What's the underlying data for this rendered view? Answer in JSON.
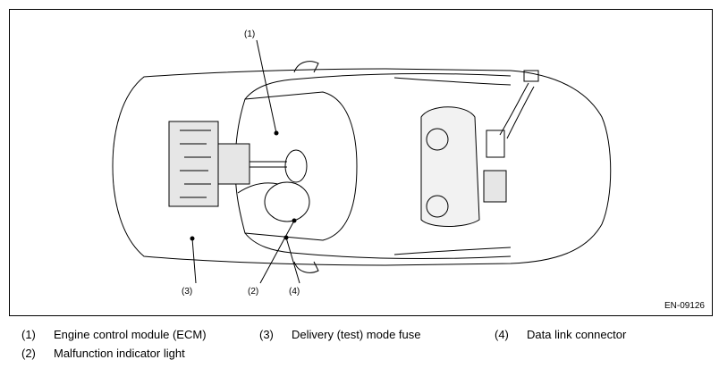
{
  "figure": {
    "code": "EN-09126",
    "callouts": [
      "(1)",
      "(2)",
      "(3)",
      "(4)"
    ]
  },
  "legend": [
    {
      "number": "(1)",
      "label": "Engine control module (ECM)"
    },
    {
      "number": "(2)",
      "label": "Malfunction indicator light"
    },
    {
      "number": "(3)",
      "label": "Delivery (test) mode fuse"
    },
    {
      "number": "(4)",
      "label": "Data link connector"
    }
  ],
  "colors": {
    "line": "#000000",
    "background": "#ffffff",
    "part_fill": "#e6e6e6"
  }
}
